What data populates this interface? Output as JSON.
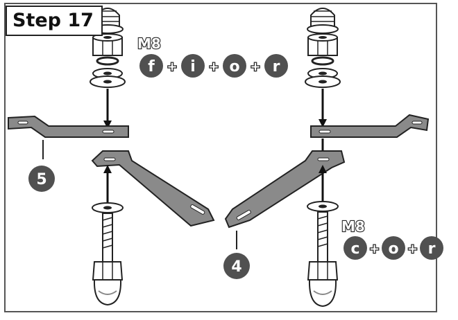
{
  "step": {
    "title": "Step 17"
  },
  "hardware_left": {
    "size_label": "M8",
    "parts": [
      "f",
      "i",
      "o",
      "r"
    ],
    "plus": "+"
  },
  "hardware_right": {
    "size_label": "M8",
    "parts": [
      "c",
      "o",
      "r"
    ],
    "plus": "+"
  },
  "bracket_labels": {
    "left": "5",
    "right": "4"
  },
  "colors": {
    "badge": "#505050",
    "bracket": "#8a8a8a",
    "outline": "#222222"
  }
}
